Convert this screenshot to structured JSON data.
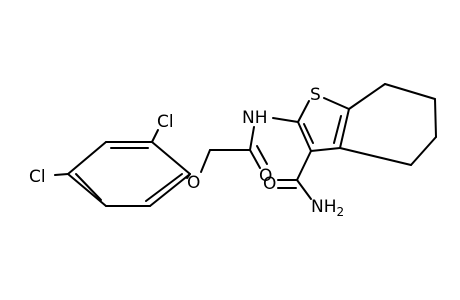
{
  "molecule": {
    "atoms": {
      "cl_top": "Cl",
      "cl_left": "Cl",
      "ether_o": "O",
      "amide_nh": "NH",
      "sulfur": "S",
      "carbonyl_o_acetamide": "O",
      "carbonyl_o_carboxamide": "O",
      "amide_nh2_main": "NH",
      "amide_nh2_sub": "2"
    }
  }
}
